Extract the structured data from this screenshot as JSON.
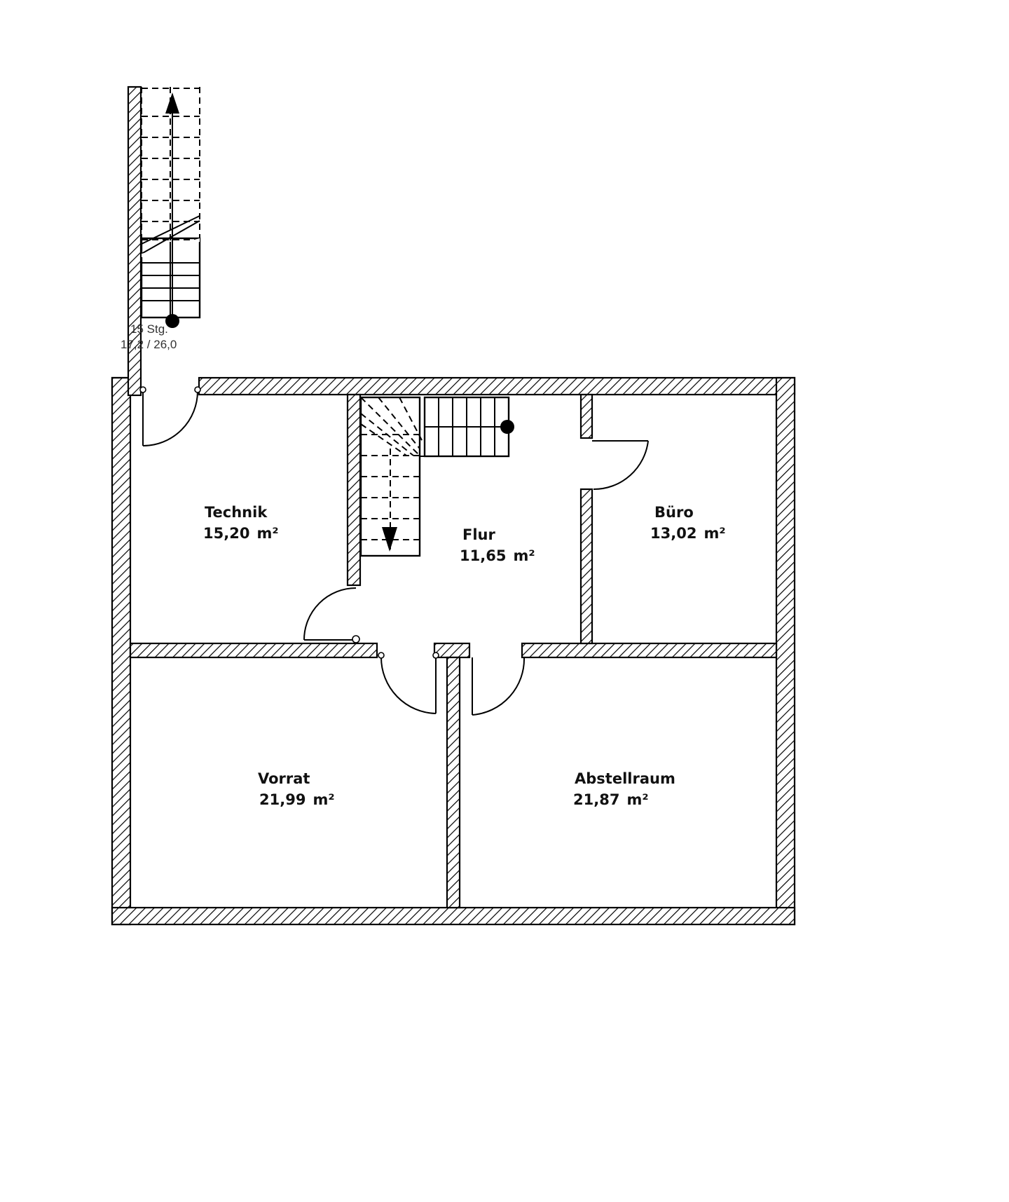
{
  "rooms": {
    "technik": {
      "name": "Technik",
      "area": "15,20",
      "unit": "m²"
    },
    "flur": {
      "name": "Flur",
      "area": "11,65",
      "unit": "m²"
    },
    "buero": {
      "name": "Büro",
      "area": "13,02",
      "unit": "m²"
    },
    "vorrat": {
      "name": "Vorrat",
      "area": "21,99",
      "unit": "m²"
    },
    "abstellraum": {
      "name": "Abstellraum",
      "area": "21,87",
      "unit": "m²"
    }
  },
  "stair": {
    "steps": "15 Stg.",
    "dimensions": "17,2 / 26,0"
  },
  "colors": {
    "line": "#000000",
    "background": "#ffffff"
  }
}
